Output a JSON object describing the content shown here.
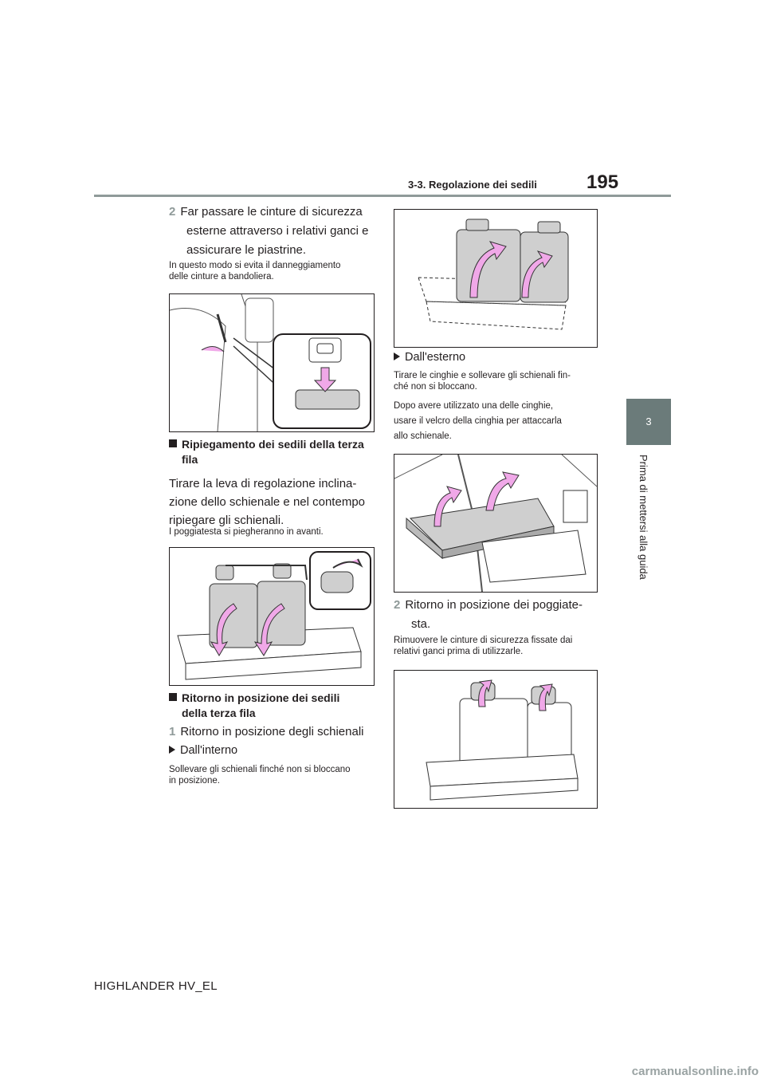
{
  "header": {
    "section": "3-3. Regolazione dei sedili",
    "page_number": "195"
  },
  "side_tab": {
    "chapter_number": "3",
    "chapter_title": "Prima di mettersi alla guida"
  },
  "left": {
    "step2_num": "2",
    "step2_lines": [
      "Far passare le cinture di sicurezza",
      "esterne attraverso i relativi ganci e",
      "assicurare le piastrine."
    ],
    "step2_note": [
      "In questo modo si evita il danneggiamento",
      "delle cinture a bandoliera."
    ],
    "heading1": [
      "Ripiegamento dei sedili della terza",
      "fila"
    ],
    "body1": [
      "Tirare la leva di regolazione inclina-",
      "zione dello schienale e nel contempo",
      "ripiegare gli schienali."
    ],
    "note1": "I poggiatesta si piegheranno in avanti.",
    "heading2": [
      "Ritorno in posizione dei sedili",
      "della terza fila"
    ],
    "step1_num": "1",
    "step1_text": "Ritorno in posizione degli schienali",
    "bullet1": "Dall'interno",
    "note2": [
      "Sollevare gli schienali finché non si bloccano",
      "in posizione."
    ]
  },
  "right": {
    "bullet2": "Dall'esterno",
    "note3": [
      "Tirare le cinghie e sollevare gli schienali fin-",
      "ché non si bloccano."
    ],
    "note4": [
      "Dopo avere utilizzato una delle cinghie,",
      "usare il velcro della cinghia per attaccarla",
      "allo schienale."
    ],
    "step2b_num": "2",
    "step2b_lines": [
      "Ritorno in posizione dei poggiate-",
      "sta."
    ],
    "note5": [
      "Rimuovere le cinture di sicurezza fissate dai",
      "relativi ganci prima di utilizzarle."
    ]
  },
  "footer": {
    "model": "HIGHLANDER HV_EL"
  },
  "watermark": "carmanualsonline.info",
  "colors": {
    "accent_gray": "#8f9a99",
    "tab_gray": "#6b7b7a",
    "arrow_pink": "#f0a8e8"
  },
  "icons": [
    "square-bullet-icon",
    "triangle-bullet-icon",
    "up-arrow-icon",
    "down-arrow-icon"
  ]
}
